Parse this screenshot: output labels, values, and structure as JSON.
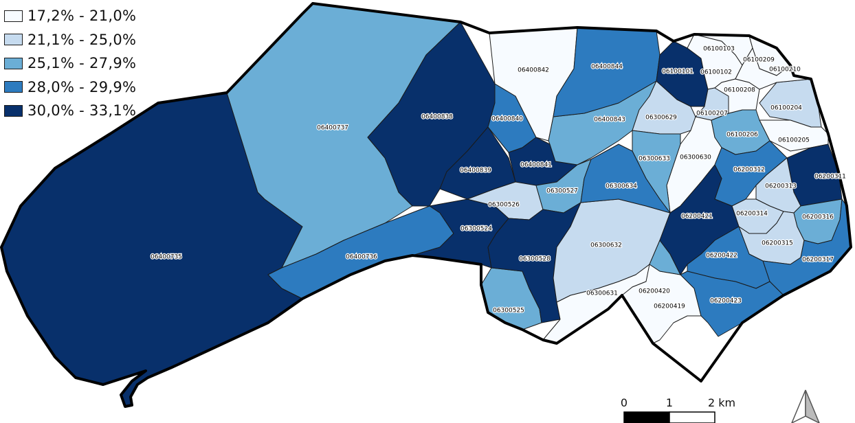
{
  "legend": {
    "classes": [
      {
        "label": "17,2% - 21,0%",
        "color": "#f7fbff"
      },
      {
        "label": "21,1% - 25,0%",
        "color": "#c6dbef"
      },
      {
        "label": "25,1% - 27,9%",
        "color": "#6baed6"
      },
      {
        "label": "28,0% - 29,9%",
        "color": "#2d7bbf"
      },
      {
        "label": "30,0% - 33,1%",
        "color": "#08306b"
      }
    ]
  },
  "scale_bar": {
    "ticks": [
      "0",
      "1",
      "2 km"
    ]
  },
  "north_arrow_icon": "north-arrow-icon",
  "regions": [
    {
      "code": "06400735",
      "cls": 4
    },
    {
      "code": "06400737",
      "cls": 2
    },
    {
      "code": "06400736",
      "cls": 3
    },
    {
      "code": "06400838",
      "cls": 4
    },
    {
      "code": "06400839",
      "cls": 4
    },
    {
      "code": "06400840",
      "cls": 3
    },
    {
      "code": "06400841",
      "cls": 4
    },
    {
      "code": "06400842",
      "cls": 0
    },
    {
      "code": "06400843",
      "cls": 2
    },
    {
      "code": "06400844",
      "cls": 3
    },
    {
      "code": "06300524",
      "cls": 4
    },
    {
      "code": "06300525",
      "cls": 2
    },
    {
      "code": "06300526",
      "cls": 1
    },
    {
      "code": "06300527",
      "cls": 2
    },
    {
      "code": "06300528",
      "cls": 4
    },
    {
      "code": "06300629",
      "cls": 1
    },
    {
      "code": "06300630",
      "cls": 0
    },
    {
      "code": "06300631",
      "cls": 0
    },
    {
      "code": "06300632",
      "cls": 1
    },
    {
      "code": "06300633",
      "cls": 2
    },
    {
      "code": "06300634",
      "cls": 3
    },
    {
      "code": "06100101",
      "cls": 4
    },
    {
      "code": "06100102",
      "cls": 0
    },
    {
      "code": "06100103",
      "cls": 0
    },
    {
      "code": "06100204",
      "cls": 1
    },
    {
      "code": "06100205",
      "cls": 0
    },
    {
      "code": "06100206",
      "cls": 2
    },
    {
      "code": "06100207",
      "cls": 1
    },
    {
      "code": "06100208",
      "cls": 0
    },
    {
      "code": "06100209",
      "cls": 0
    },
    {
      "code": "06100210",
      "cls": 0
    },
    {
      "code": "06200311",
      "cls": 4
    },
    {
      "code": "06200312",
      "cls": 3
    },
    {
      "code": "06200313",
      "cls": 1
    },
    {
      "code": "06200314",
      "cls": 1
    },
    {
      "code": "06200315",
      "cls": 1
    },
    {
      "code": "06200316",
      "cls": 2
    },
    {
      "code": "06200317",
      "cls": 3
    },
    {
      "code": "06200419",
      "cls": 0
    },
    {
      "code": "06200420",
      "cls": 2
    },
    {
      "code": "06200421",
      "cls": 4
    },
    {
      "code": "06200422",
      "cls": 3
    },
    {
      "code": "06200423",
      "cls": 3
    }
  ]
}
